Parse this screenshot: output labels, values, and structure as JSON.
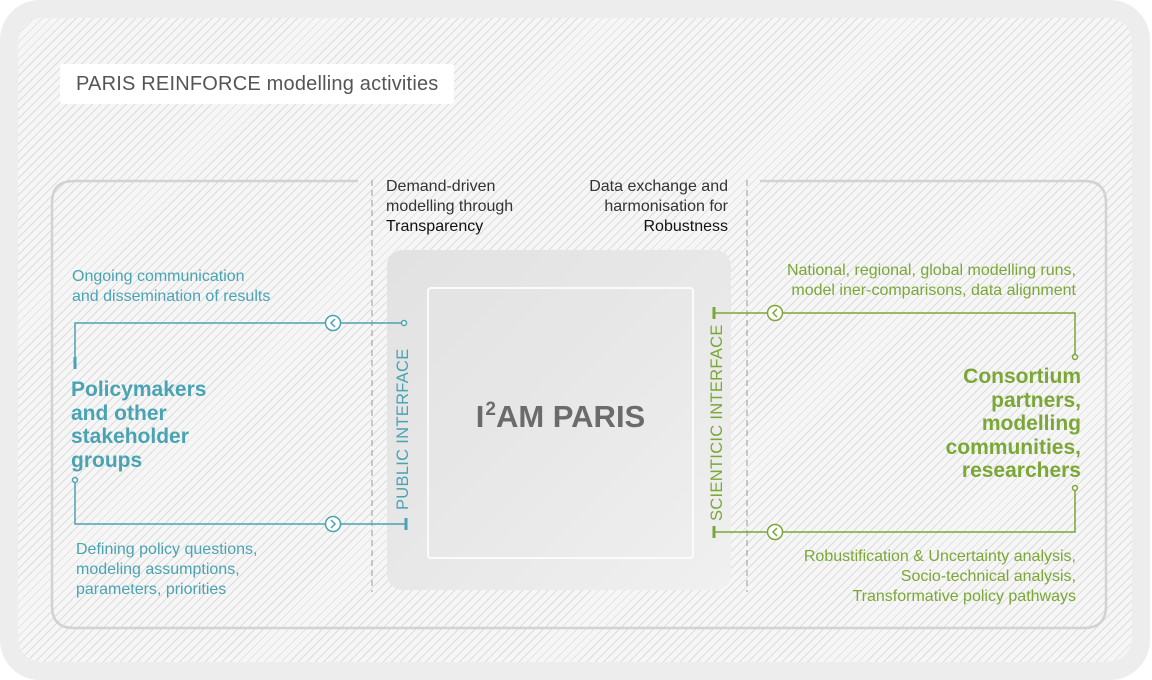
{
  "title": {
    "strong": "PARIS REINFORCE",
    "rest": " modelling activities"
  },
  "center": {
    "main": "AM PARIS",
    "prefix": "I",
    "superscript": "2"
  },
  "public_interface": "PUBLIC INTERFACE",
  "scientific_interface": "SCIENTICIC INTERFACE",
  "demand": {
    "line1": "Demand-driven",
    "line2": "modelling through",
    "line3": "Transparency"
  },
  "data_exchange": {
    "line1": "Data exchange and",
    "line2": "harmonisation for",
    "line3": "Robustness"
  },
  "left_top": {
    "line1": "Ongoing  communication",
    "line2": "and dissemination of results"
  },
  "left_group": {
    "line1": "Policymakers",
    "line2": "and other",
    "line3": "stakeholder",
    "line4": "groups"
  },
  "left_bottom": {
    "line1": "Defining policy questions,",
    "line2": "modeling assumptions,",
    "line3": "parameters, priorities"
  },
  "right_top": {
    "line1": "National, regional, global modelling runs,",
    "line2": "model iner-comparisons, data alignment"
  },
  "right_group": {
    "line1": "Consortium",
    "line2": "partners,",
    "line3": "modelling",
    "line4": "communities,",
    "line5": "researchers"
  },
  "right_bottom": {
    "line1": "Robustification & Uncertainty analysis,",
    "line2": "Socio-technical analysis,",
    "line3": "Transformative policy pathways"
  },
  "colors": {
    "teal": "#4aa3b2",
    "green": "#7aa736",
    "gray": "#6b6b6b"
  }
}
